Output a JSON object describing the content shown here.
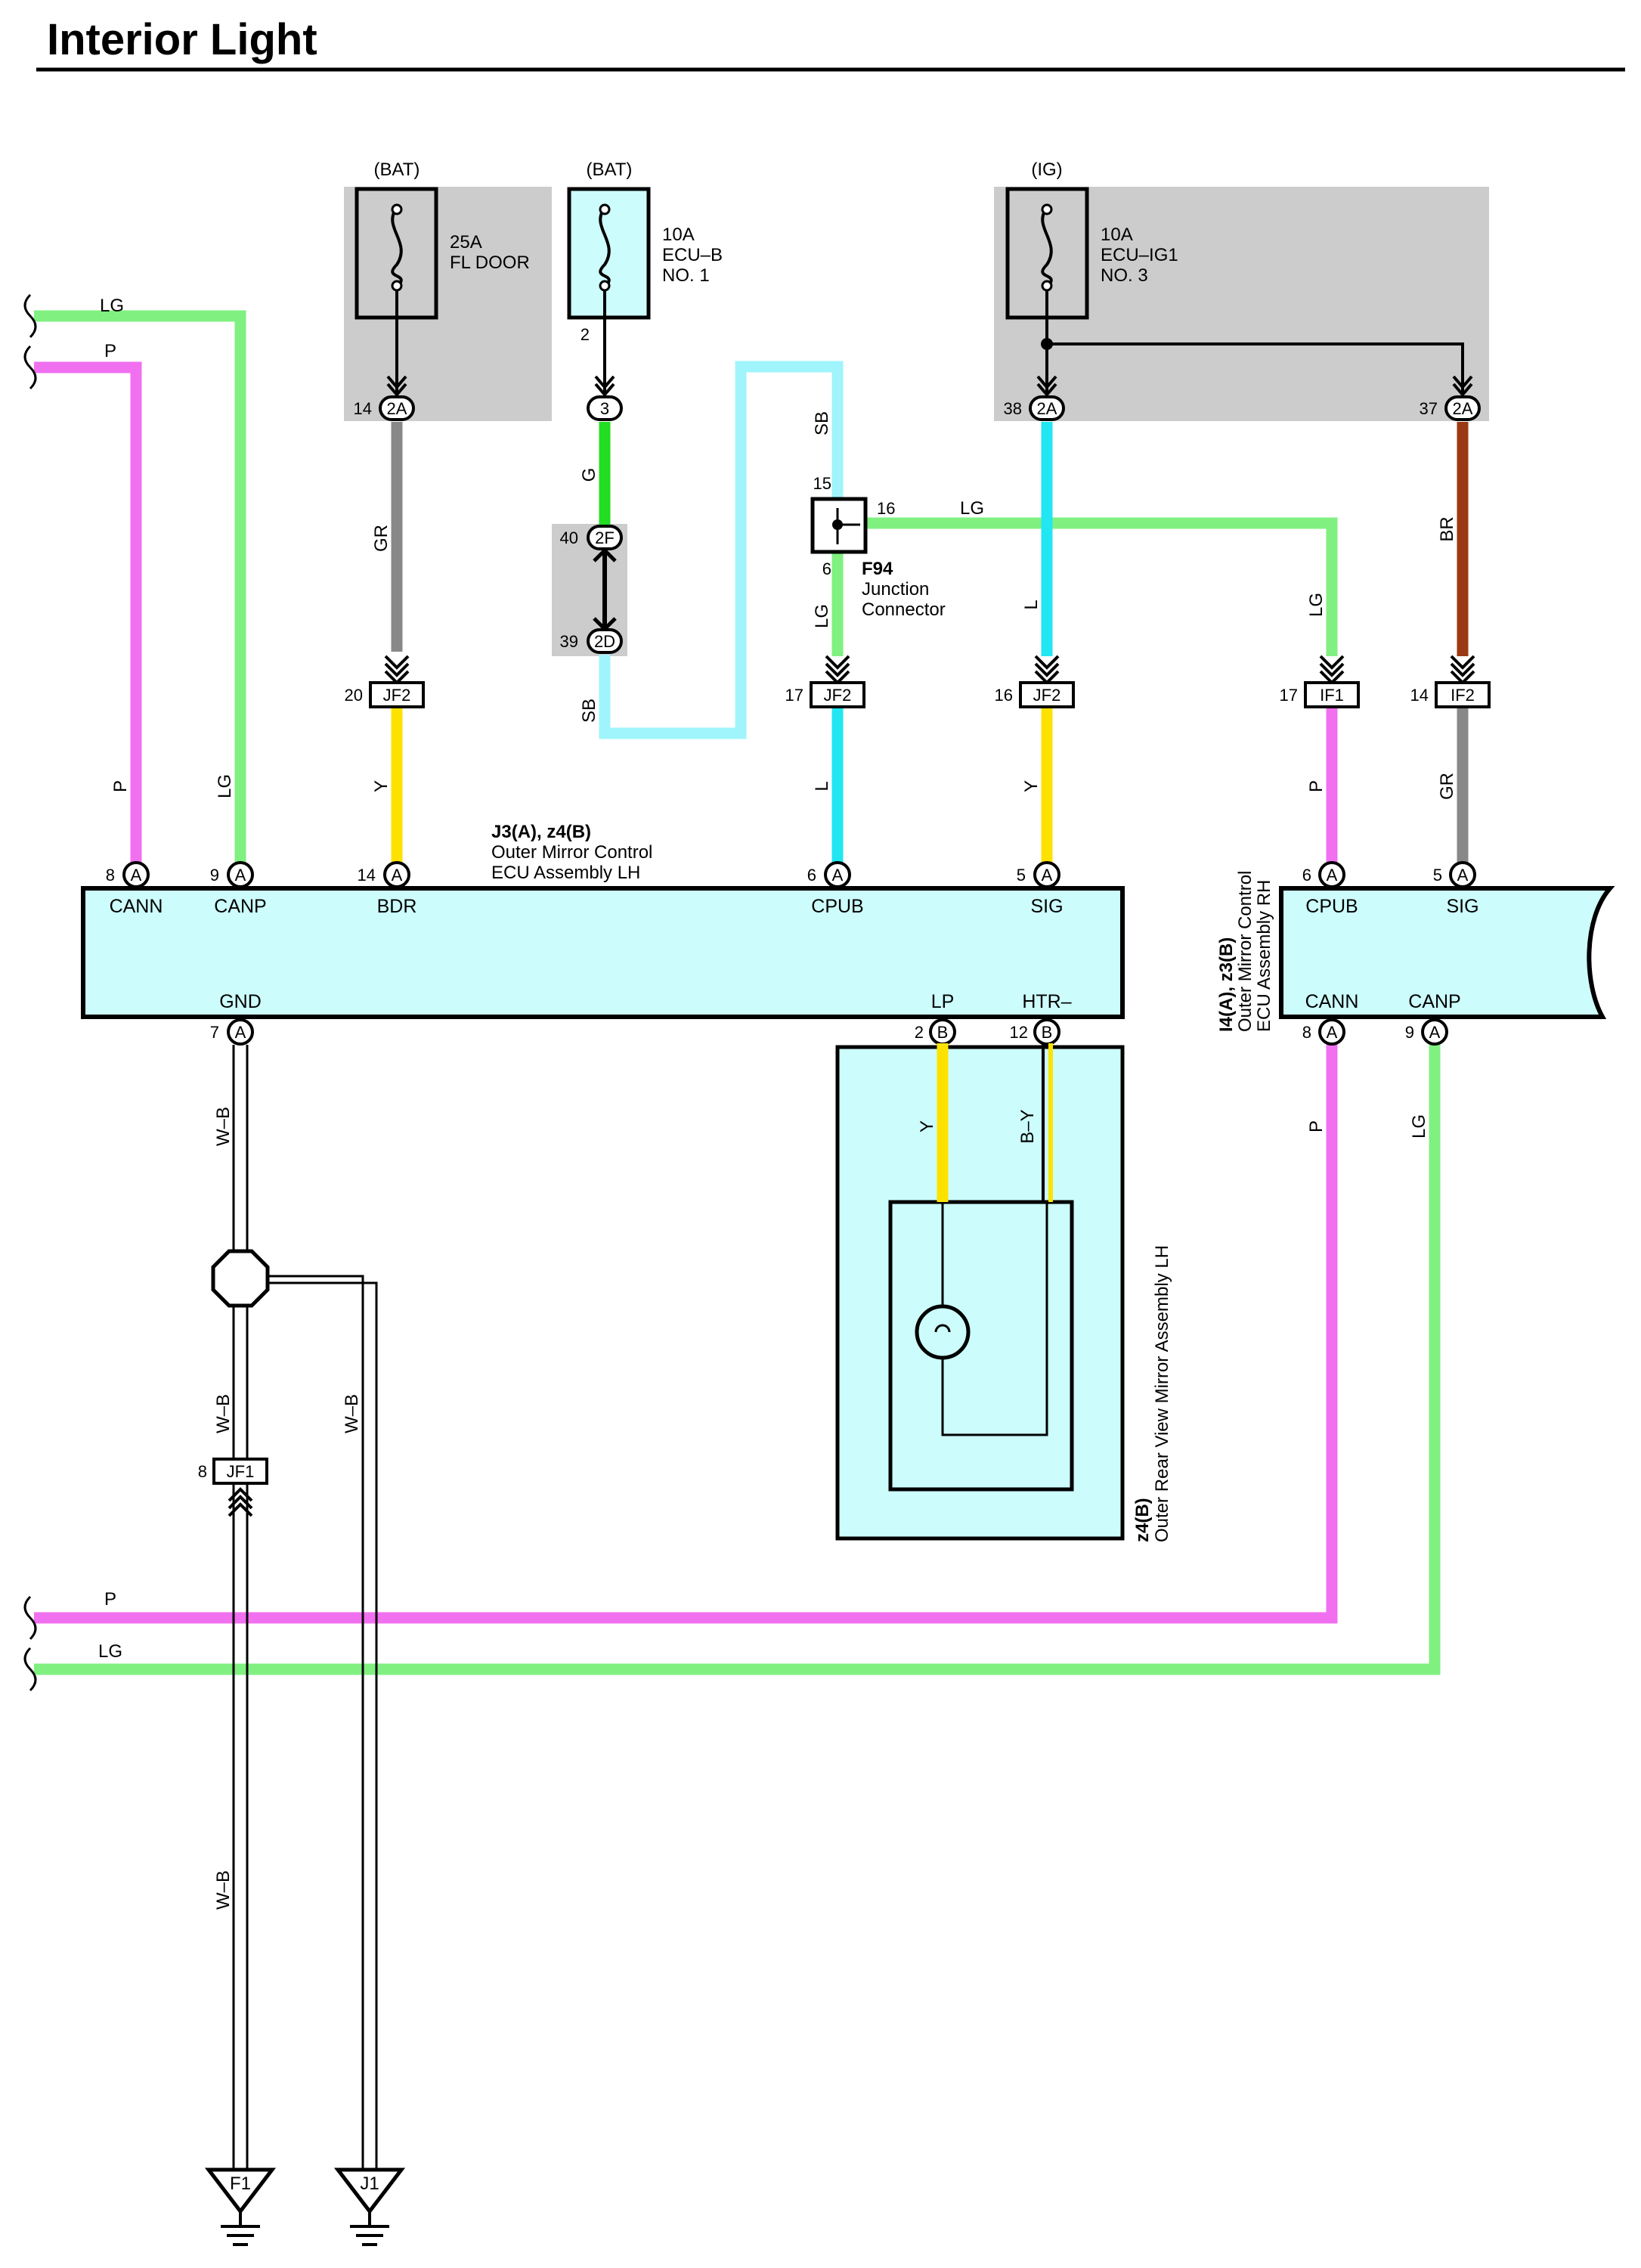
{
  "page": {
    "title": "Interior Light"
  },
  "colors": {
    "LG": "#80f080",
    "P": "#f070f0",
    "GR": "#888888",
    "G": "#22dd22",
    "SB": "#a0f4fc",
    "L": "#22e6f2",
    "BR": "#9a3a14",
    "Y": "#fde200",
    "WB": "#000000",
    "BY": "#000000",
    "box_fill": "#ccfcfc",
    "relay_fill": "#cccccc"
  },
  "fuses": {
    "fl_door": {
      "source": "(BAT)",
      "amp": "25A",
      "name": "FL DOOR"
    },
    "ecu_b": {
      "source": "(BAT)",
      "amp": "10A",
      "name": "ECU–B",
      "num": "NO. 1",
      "pin": "2"
    },
    "ecu_ig1": {
      "source": "(IG)",
      "amp": "10A",
      "name": "ECU–IG1",
      "num": "NO. 3"
    }
  },
  "connectors": {
    "c14_2a": {
      "pin": "14",
      "code": "2A"
    },
    "c3": {
      "code": "3"
    },
    "c38_2a": {
      "pin": "38",
      "code": "2A"
    },
    "c37_2a": {
      "pin": "37",
      "code": "2A"
    },
    "c40_2f": {
      "pin": "40",
      "code": "2F"
    },
    "c39_2d": {
      "pin": "39",
      "code": "2D"
    },
    "c20_jf2": {
      "pin": "20",
      "code": "JF2"
    },
    "c17_jf2": {
      "pin": "17",
      "code": "JF2"
    },
    "c16_jf2": {
      "pin": "16",
      "code": "JF2"
    },
    "c17_if1": {
      "pin": "17",
      "code": "IF1"
    },
    "c14_if2": {
      "pin": "14",
      "code": "IF2"
    },
    "c8_jf1": {
      "pin": "8",
      "code": "JF1"
    }
  },
  "junction": {
    "id": "F94",
    "name1": "Junction",
    "name2": "Connector",
    "pin_in": "15",
    "pin_out": "16",
    "pin_down": "6"
  },
  "wires": {
    "lg_top": "LG",
    "p_top": "P",
    "gr": "GR",
    "g": "G",
    "sb1": "SB",
    "sb2": "SB",
    "lg_jc": "LG",
    "l_ig": "L",
    "lg_if1": "LG",
    "br": "BR",
    "p_l": "P",
    "lg_l": "LG",
    "y_bdr": "Y",
    "l_cpub": "L",
    "y_sig": "Y",
    "p_rh": "P",
    "gr_rh": "GR",
    "wb1": "W–B",
    "wb2": "W–B",
    "wb3": "W–B",
    "wb4": "W–B",
    "y_lp": "Y",
    "by": "B–Y",
    "p_rh2": "P",
    "lg_rh2": "LG",
    "p_bot": "P",
    "lg_bot": "LG"
  },
  "ecu_lh": {
    "title1": "J3(A), z4(B)",
    "title2": "Outer Mirror Control",
    "title3": "ECU Assembly LH",
    "pins_top": [
      {
        "num": "8",
        "conn": "A",
        "sig": "CANN"
      },
      {
        "num": "9",
        "conn": "A",
        "sig": "CANP"
      },
      {
        "num": "14",
        "conn": "A",
        "sig": "BDR"
      },
      {
        "num": "6",
        "conn": "A",
        "sig": "CPUB"
      },
      {
        "num": "5",
        "conn": "A",
        "sig": "SIG"
      }
    ],
    "pins_bottom": [
      {
        "num": "7",
        "conn": "A",
        "sig": "GND"
      },
      {
        "num": "2",
        "conn": "B",
        "sig": "LP"
      },
      {
        "num": "12",
        "conn": "B",
        "sig": "HTR–"
      }
    ]
  },
  "ecu_rh": {
    "title1": "I4(A), z3(B)",
    "title2": "Outer Mirror Control",
    "title3": "ECU Assembly RH",
    "pins_top": [
      {
        "num": "6",
        "conn": "A",
        "sig": "CPUB"
      },
      {
        "num": "5",
        "conn": "A",
        "sig": "SIG"
      }
    ],
    "pins_bottom": [
      {
        "num": "8",
        "conn": "A",
        "sig": "CANN"
      },
      {
        "num": "9",
        "conn": "A",
        "sig": "CANP"
      }
    ]
  },
  "mirror": {
    "title1": "z4(B)",
    "title2": "Outer Rear View Mirror Assembly LH"
  },
  "grounds": {
    "f1": "F1",
    "j1": "J1"
  }
}
